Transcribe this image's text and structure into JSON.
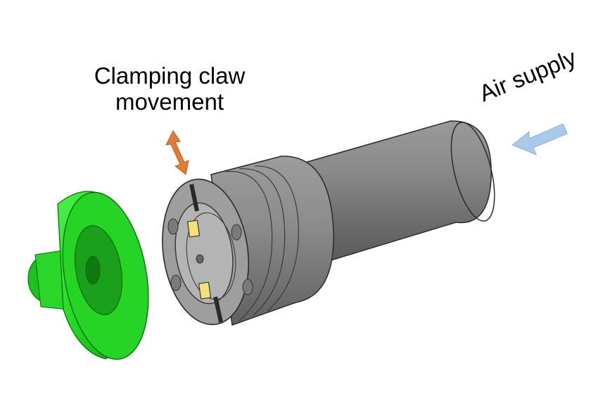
{
  "labels": {
    "clamping_line1": "Clamping claw",
    "clamping_line2": "movement",
    "air_supply": "Air supply"
  },
  "colors": {
    "arrow_movement": "#e07b39",
    "arrow_air": "#a9c8ea",
    "part_green": "#22dd22",
    "body_grey": "#7a7a7a",
    "claw_yellow": "#f5e17a"
  },
  "icons": {
    "movement_arrow": "double-headed-arrow",
    "air_arrow": "left-arrow"
  }
}
